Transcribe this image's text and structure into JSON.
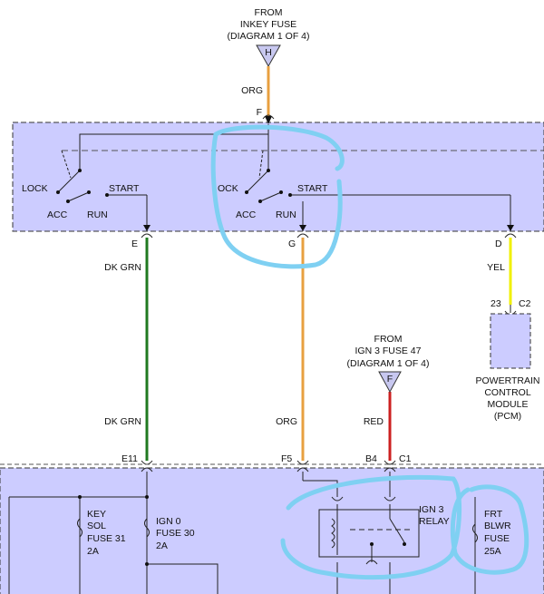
{
  "labels": {
    "from_inkey_1": "FROM",
    "from_inkey_2": "INKEY FUSE",
    "from_inkey_3": "(DIAGRAM 1 OF 4)",
    "conn_h": "H",
    "wire_org_top": "ORG",
    "pin_f_top": "F",
    "lock": "LOCK",
    "acc_1": "ACC",
    "run_1": "RUN",
    "start_1": "START",
    "ock": "OCK",
    "acc_2": "ACC",
    "run_2": "RUN",
    "start_2": "START",
    "pin_e": "E",
    "pin_g": "G",
    "pin_d": "D",
    "wire_dkgrn_1": "DK GRN",
    "wire_yel": "YEL",
    "pcm_pin": "23",
    "pcm_conn": "C2",
    "pcm_1": "POWERTRAIN",
    "pcm_2": "CONTROL",
    "pcm_3": "MODULE",
    "pcm_4": "(PCM)",
    "from_ign3_1": "FROM",
    "from_ign3_2": "IGN 3 FUSE 47",
    "from_ign3_3": "(DIAGRAM 1 OF 4)",
    "conn_f": "F",
    "wire_dkgrn_2": "DK GRN",
    "wire_org_mid": "ORG",
    "wire_red": "RED",
    "pin_e11": "E11",
    "pin_f5": "F5",
    "pin_b4": "B4",
    "pin_c1": "C1",
    "key_sol_1": "KEY",
    "key_sol_2": "SOL",
    "key_sol_3": "FUSE 31",
    "key_sol_4": "2A",
    "ign0_1": "IGN 0",
    "ign0_2": "FUSE 30",
    "ign0_3": "2A",
    "ign3_relay_1": "IGN 3",
    "ign3_relay_2": "RELAY",
    "frt_1": "FRT",
    "frt_2": "BLWR",
    "frt_3": "FUSE",
    "frt_4": "25A"
  },
  "colors": {
    "panel_fill": "#ccccff",
    "wire_org": "#e8a040",
    "wire_dkgrn": "#207a20",
    "wire_yel": "#f0f000",
    "wire_red": "#cc2020",
    "annotation": "#7fd0f2",
    "connector_fill": "#c8c8f0"
  }
}
